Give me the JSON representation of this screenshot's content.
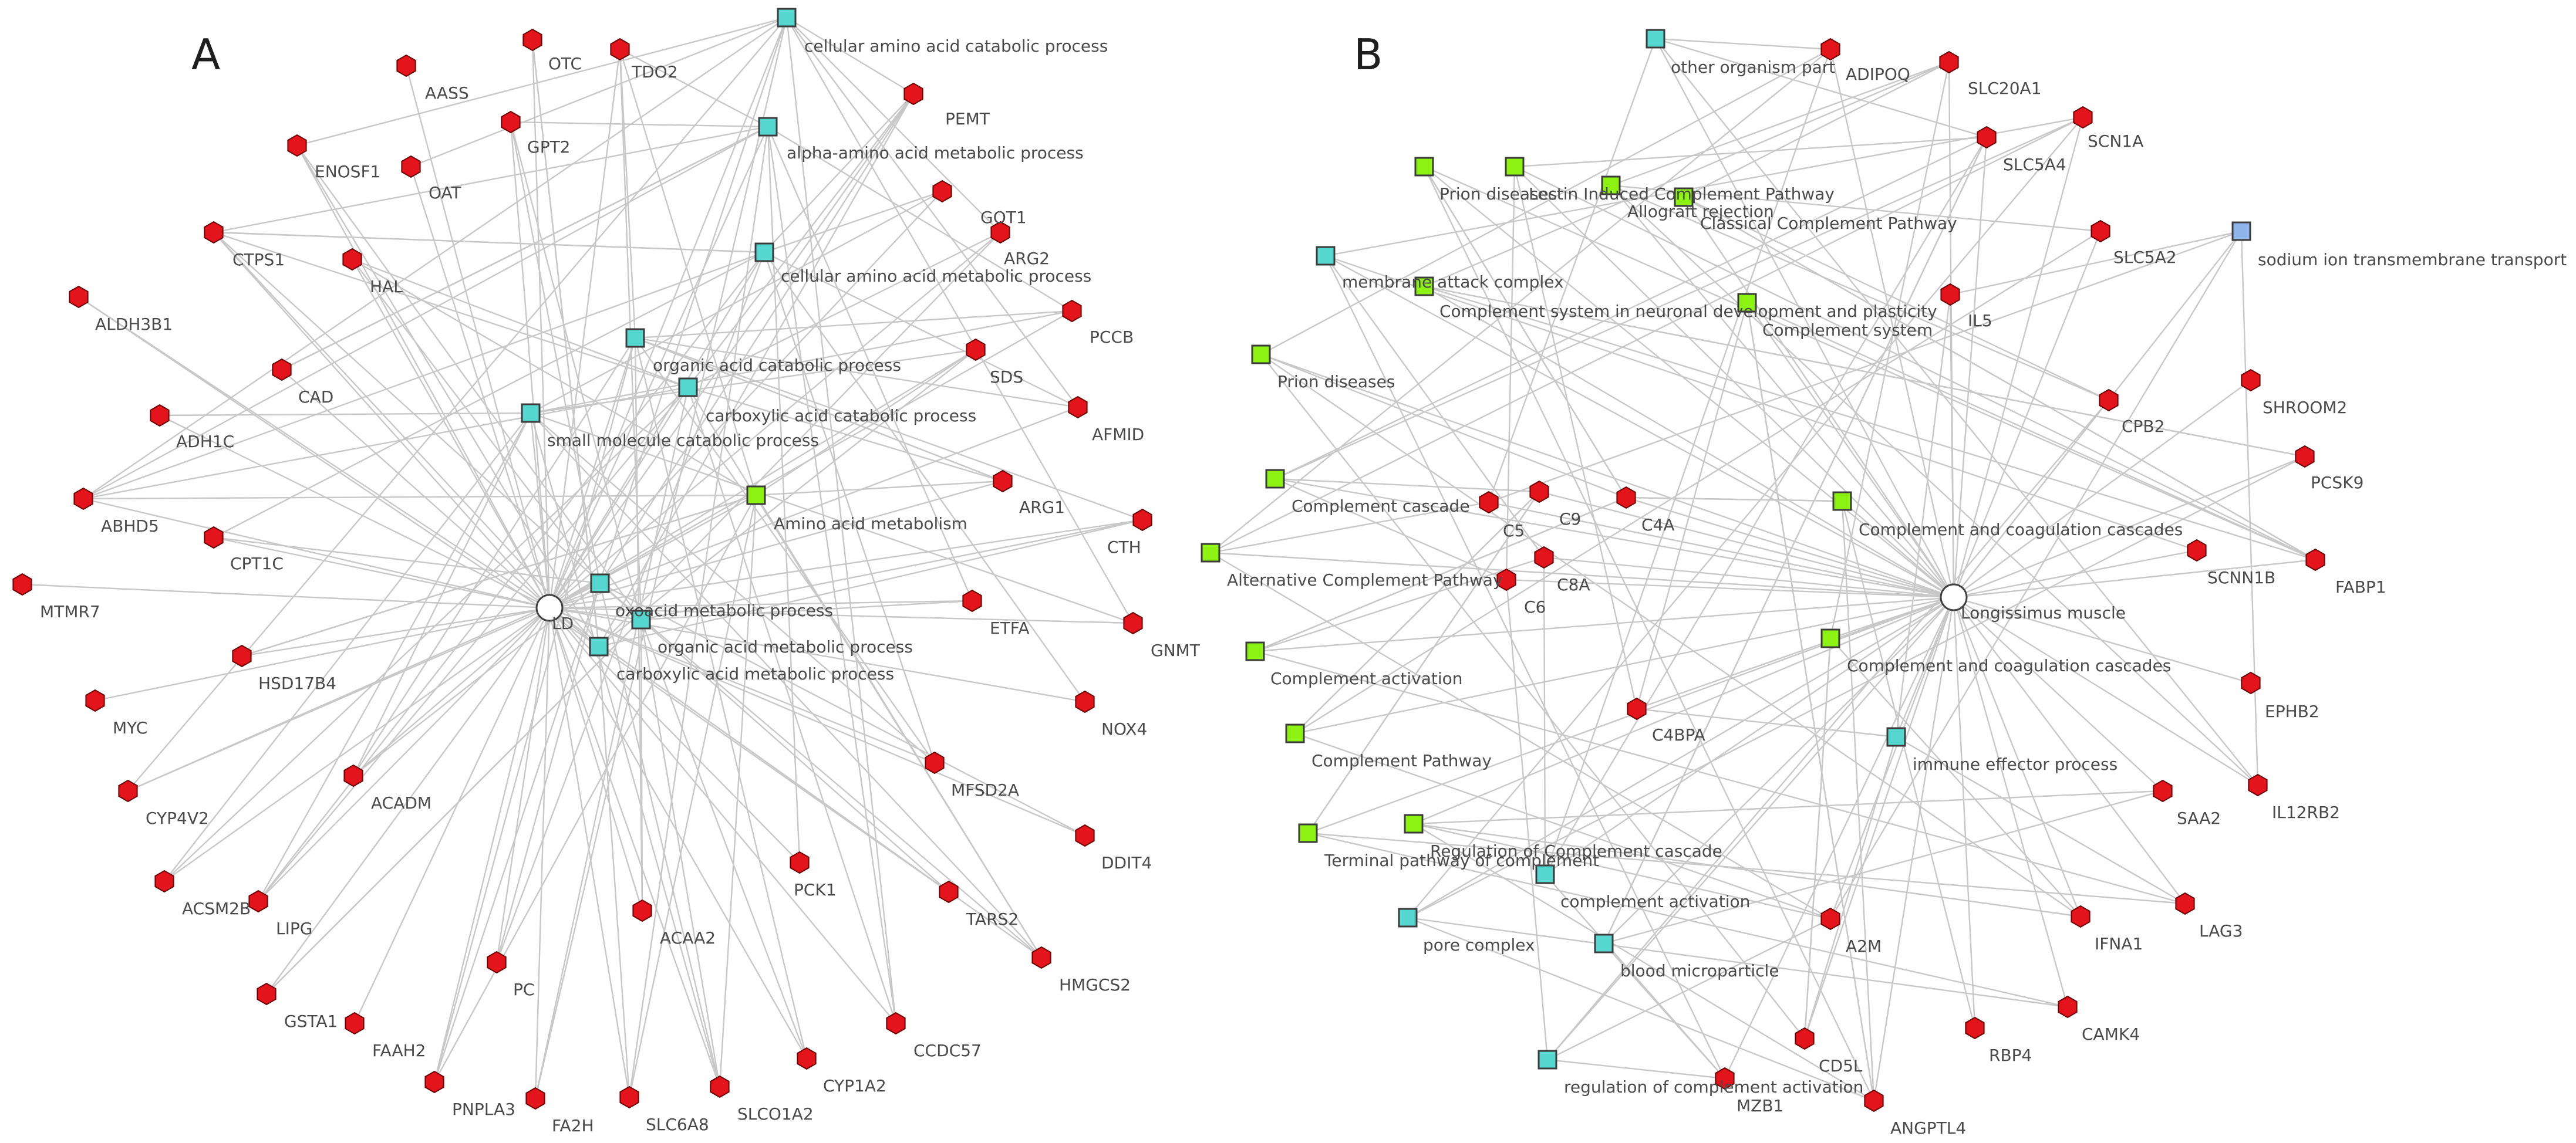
{
  "colors": {
    "gene": "#e3141c",
    "go_term": "#55d6cf",
    "pathway": "#8bf211",
    "transport_term": "#8eb4ea",
    "hub": "#ffffff",
    "edge": "#c8c8c8"
  },
  "panels": [
    {
      "letter": "A",
      "hub": {
        "label": "LD"
      },
      "genes": [
        "OTC",
        "TDO2",
        "AASS",
        "PEMT",
        "GPT2",
        "ENOSF1",
        "OAT",
        "GOT1",
        "CTPS1",
        "HAL",
        "ARG2",
        "ALDH3B1",
        "PCCB",
        "CAD",
        "SDS",
        "ADH1C",
        "AFMID",
        "ARG1",
        "ABHD5",
        "CPT1C",
        "CTH",
        "MTMR7",
        "ETFA",
        "GNMT",
        "HSD17B4",
        "NOX4",
        "MYC",
        "MFSD2A",
        "CYP4V2",
        "ACADM",
        "DDIT4",
        "ACSM2B",
        "LIPG",
        "PCK1",
        "TARS2",
        "GSTA1",
        "ACAA2",
        "HMGCS2",
        "PC",
        "FAAH2",
        "CCDC57",
        "PNPLA3",
        "FA2H",
        "SLC6A8",
        "SLCO1A2",
        "CYP1A2"
      ],
      "terms": [
        {
          "label": "cellular amino acid catabolic process",
          "kind": "go_term"
        },
        {
          "label": "alpha-amino acid metabolic process",
          "kind": "go_term"
        },
        {
          "label": "cellular amino acid metabolic process",
          "kind": "go_term"
        },
        {
          "label": "organic acid catabolic process",
          "kind": "go_term"
        },
        {
          "label": "carboxylic acid catabolic process",
          "kind": "go_term"
        },
        {
          "label": "small molecule catabolic process",
          "kind": "go_term"
        },
        {
          "label": "Amino acid metabolism",
          "kind": "pathway"
        },
        {
          "label": "oxoacid metabolic process",
          "kind": "go_term"
        },
        {
          "label": "organic acid metabolic process",
          "kind": "go_term"
        },
        {
          "label": "carboxylic acid metabolic process",
          "kind": "go_term"
        }
      ]
    },
    {
      "letter": "B",
      "hub": {
        "label": "Longissimus muscle"
      },
      "genes": [
        "ADIPOQ",
        "SLC20A1",
        "SCN1A",
        "SLC5A4",
        "SLC5A2",
        "IL5",
        "CPB2",
        "SHROOM2",
        "PCSK9",
        "C5",
        "C9",
        "C4A",
        "C8A",
        "C6",
        "SCNN1B",
        "FABP1",
        "C4BPA",
        "EPHB2",
        "SAA2",
        "IL12RB2",
        "A2M",
        "IFNA1",
        "LAG3",
        "CD5L",
        "RBP4",
        "CAMK4",
        "MZB1",
        "ANGPTL4"
      ],
      "terms": [
        {
          "label": "other organism part",
          "kind": "go_term"
        },
        {
          "label": "Prion diseases",
          "kind": "pathway"
        },
        {
          "label": "Lectin Induced Complement Pathway",
          "kind": "pathway"
        },
        {
          "label": "Allograft rejection",
          "kind": "pathway"
        },
        {
          "label": "Classical Complement Pathway",
          "kind": "pathway"
        },
        {
          "label": "membrane attack complex",
          "kind": "go_term"
        },
        {
          "label": "Complement system in neuronal development and plasticity",
          "kind": "pathway"
        },
        {
          "label": "Complement system",
          "kind": "pathway"
        },
        {
          "label": "Prion diseases",
          "kind": "pathway"
        },
        {
          "label": "sodium ion transmembrane transport",
          "kind": "transport_term"
        },
        {
          "label": "Complement cascade",
          "kind": "pathway"
        },
        {
          "label": "Complement and coagulation cascades",
          "kind": "pathway"
        },
        {
          "label": "Alternative Complement Pathway",
          "kind": "pathway"
        },
        {
          "label": "Complement activation",
          "kind": "pathway"
        },
        {
          "label": "Complement and coagulation cascades",
          "kind": "pathway"
        },
        {
          "label": "immune effector process",
          "kind": "go_term"
        },
        {
          "label": "Complement Pathway",
          "kind": "pathway"
        },
        {
          "label": "Regulation of Complement cascade",
          "kind": "pathway"
        },
        {
          "label": "Terminal pathway of complement",
          "kind": "pathway"
        },
        {
          "label": "complement activation",
          "kind": "go_term"
        },
        {
          "label": "pore complex",
          "kind": "go_term"
        },
        {
          "label": "blood microparticle",
          "kind": "go_term"
        },
        {
          "label": "regulation of complement activation",
          "kind": "go_term"
        }
      ]
    }
  ]
}
